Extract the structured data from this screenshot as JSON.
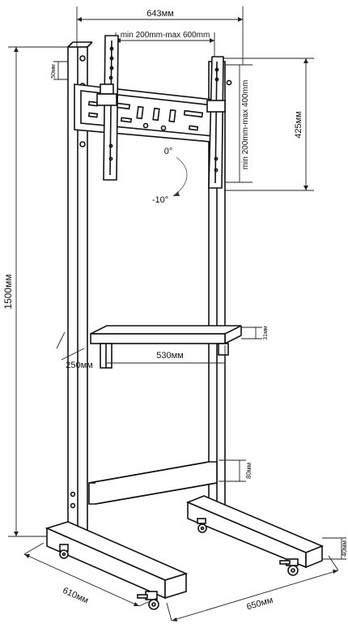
{
  "dimensions": {
    "overall_width": "643мм",
    "vesa_horizontal": "min 200mm-max 600mm",
    "vesa_vertical": "min 200mm-max 400mm",
    "bracket_height": "425мм",
    "slot_height": "50мм",
    "total_height": "1500мм",
    "shelf_width": "530мм",
    "shelf_depth": "250мм",
    "shelf_thickness": "31мм",
    "crossbar_height": "80мм",
    "base_height": "40мм",
    "base_depth": "610мм",
    "base_width": "650мм"
  },
  "tilt": {
    "upper": "0°",
    "lower": "-10°"
  }
}
